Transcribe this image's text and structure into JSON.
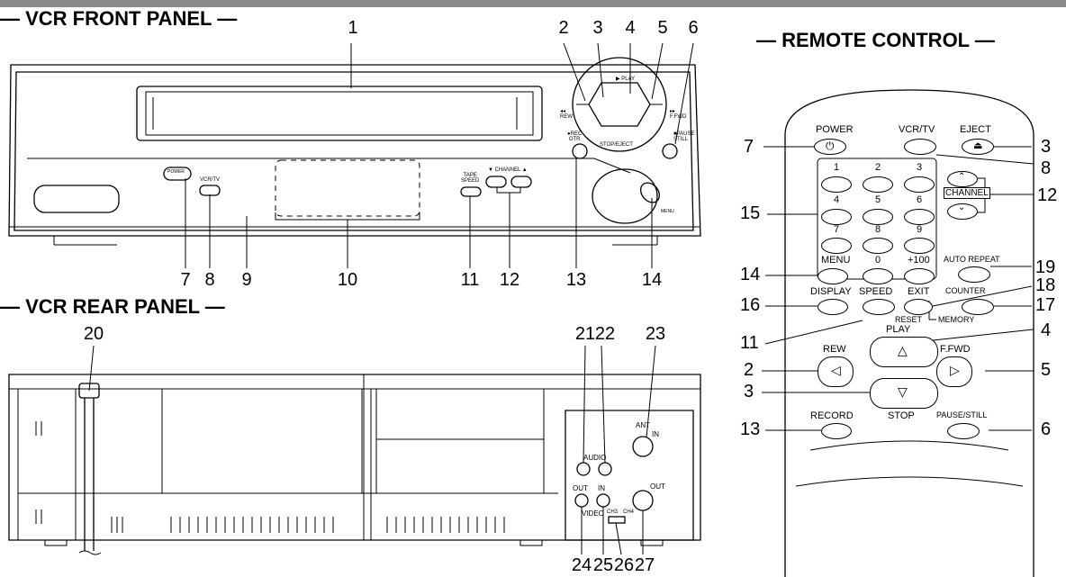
{
  "headings": {
    "front": "VCR FRONT PANEL",
    "rear": "VCR REAR PANEL",
    "remote": "REMOTE CONTROL"
  },
  "front_panel": {
    "callouts_top": [
      "1",
      "2",
      "3",
      "4",
      "5",
      "6"
    ],
    "callouts_bottom": [
      "7",
      "8",
      "9",
      "10",
      "11",
      "12",
      "13",
      "14"
    ],
    "labels": {
      "rew": "REW",
      "play": "PLAY",
      "ffwd": "F.FWD",
      "stop_eject": "STOP/EJECT",
      "rec_otr_1": "●REC",
      "rec_otr_2": "OTR",
      "pause_1": "■PAUSE",
      "pause_2": "STILL",
      "power": "POWER",
      "vcrtv": "VCR/TV",
      "tape_1": "TAPE",
      "tape_2": "SPEED",
      "channel": "▼ CHANNEL ▲",
      "menu": "MENU"
    }
  },
  "rear_panel": {
    "callouts": [
      "20",
      "21",
      "22",
      "23",
      "24",
      "25",
      "26",
      "27"
    ],
    "labels": {
      "audio": "AUDIO",
      "out": "OUT",
      "in": "IN",
      "video": "VIDEO",
      "ant": "ANT",
      "ant_in": "IN",
      "ant_out": "OUT",
      "ch3": "CH3",
      "ch4": "CH4"
    }
  },
  "remote": {
    "labels": {
      "power": "POWER",
      "vcrtv": "VCR/TV",
      "eject": "EJECT",
      "channel": "CHANNEL",
      "digits": [
        "1",
        "2",
        "3",
        "4",
        "5",
        "6",
        "7",
        "8",
        "9"
      ],
      "zero": "0",
      "plus100": "+100",
      "menu": "MENU",
      "auto_repeat": "AUTO REPEAT",
      "display": "DISPLAY",
      "speed": "SPEED",
      "exit": "EXIT",
      "counter": "COUNTER",
      "reset": "RESET",
      "memory": "MEMORY",
      "play": "PLAY",
      "rew": "REW",
      "ffwd": "F.FWD",
      "stop": "STOP",
      "record": "RECORD",
      "pause_still": "PAUSE/STILL"
    },
    "callouts_left": [
      "7",
      "15",
      "14",
      "16",
      "11",
      "2",
      "3",
      "13"
    ],
    "callouts_right": [
      "3",
      "8",
      "12",
      "19",
      "18",
      "17",
      "4",
      "5",
      "6"
    ]
  }
}
